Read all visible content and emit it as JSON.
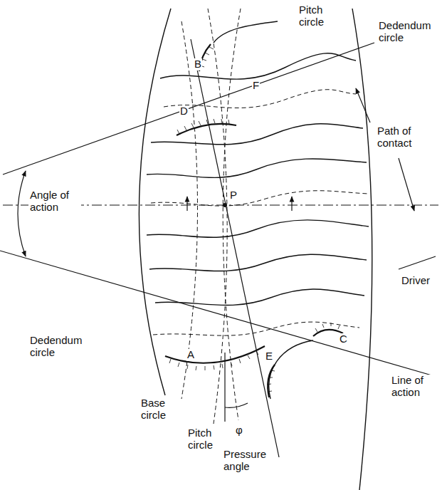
{
  "diagram": {
    "labels": [
      "Pitch circle",
      "Dedendum circle",
      "B",
      "F",
      "D",
      "Path of contact",
      "Angle of action",
      "P",
      "Driver",
      "Dedendum circle",
      "A",
      "C",
      "E",
      "Base circle",
      "Pitch circle",
      "Line of action",
      "φ",
      "Pressure angle"
    ]
  }
}
